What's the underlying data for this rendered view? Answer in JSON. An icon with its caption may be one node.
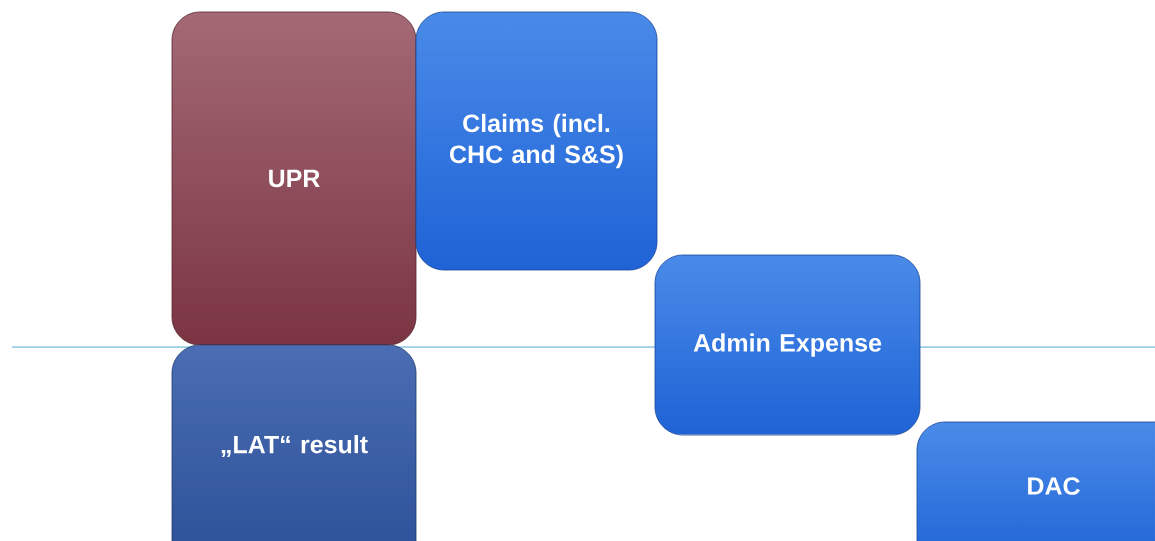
{
  "diagram": {
    "nodes": [
      {
        "text": [
          "UPR"
        ]
      },
      {
        "text": [
          "Claims (incl. CHC and S&S)"
        ]
      },
      {
        "text": [
          "Admin Expense"
        ]
      },
      {
        "text": [
          "„LAT“ result"
        ]
      },
      {
        "text": [
          "DAC"
        ]
      }
    ]
  }
}
